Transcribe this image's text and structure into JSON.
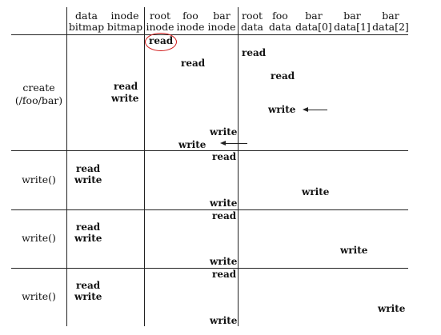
{
  "columns": [
    {
      "line1": "data",
      "line2": "bitmap"
    },
    {
      "line1": "inode",
      "line2": "bitmap"
    },
    {
      "line1": "root",
      "line2": "inode"
    },
    {
      "line1": "foo",
      "line2": "inode"
    },
    {
      "line1": "bar",
      "line2": "inode"
    },
    {
      "line1": "root",
      "line2": "data"
    },
    {
      "line1": "foo",
      "line2": "data"
    },
    {
      "line1": "bar",
      "line2": "data[0]"
    },
    {
      "line1": "bar",
      "line2": "data[1]"
    },
    {
      "line1": "bar",
      "line2": "data[2]"
    }
  ],
  "operations": [
    {
      "label_line1": "create",
      "label_line2": "(/foo/bar)"
    },
    {
      "label_line1": "write()",
      "label_line2": ""
    },
    {
      "label_line1": "write()",
      "label_line2": ""
    },
    {
      "label_line1": "write()",
      "label_line2": ""
    }
  ],
  "entries": {
    "create": {
      "root_inode_read": "read",
      "foo_inode_read": "read",
      "root_data_read": "read",
      "foo_data_read": "read",
      "inode_bitmap_read": "read",
      "inode_bitmap_write": "write",
      "foo_data_write": "write",
      "bar_inode_write": "write",
      "foo_inode_write": "write"
    },
    "write1": {
      "bar_inode_read": "read",
      "data_bitmap_read": "read",
      "data_bitmap_write": "write",
      "bar_data0_write": "write",
      "bar_inode_write": "write"
    },
    "write2": {
      "bar_inode_read": "read",
      "data_bitmap_read": "read",
      "data_bitmap_write": "write",
      "bar_data1_write": "write",
      "bar_inode_write": "write"
    },
    "write3": {
      "bar_inode_read": "read",
      "data_bitmap_read": "read",
      "data_bitmap_write": "write",
      "bar_data2_write": "write",
      "bar_inode_write": "write"
    }
  },
  "annotation_color": "#d01818"
}
